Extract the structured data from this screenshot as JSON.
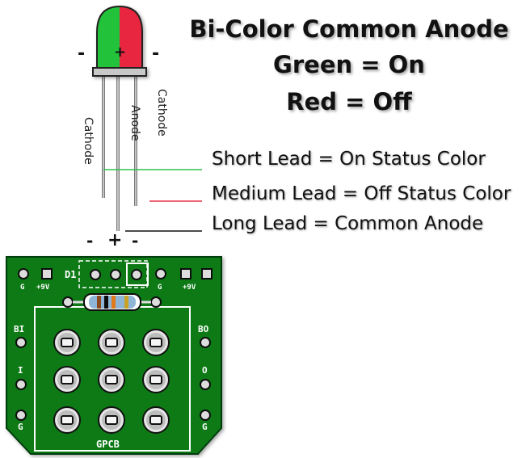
{
  "titles": {
    "line1": "Bi-Color Common Anode",
    "line2": "Green = On",
    "line3": "Red = Off"
  },
  "legend": {
    "short": "Short Lead = On Status Color",
    "medium": "Medium Lead = Off Status Color",
    "long": "Long Lead = Common Anode",
    "short_color": "#2ec24a",
    "medium_color": "#e8354a",
    "long_color": "#111111"
  },
  "led": {
    "left_lead_label": "Cathode",
    "middle_lead_label": "Anode",
    "right_lead_label": "Cathode",
    "body_minus_left": "-",
    "body_plus": "+",
    "body_minus_right": "-",
    "green_color": "#22c23a",
    "red_color": "#e8253f",
    "foot_minus_left": "-",
    "foot_plus": "+",
    "foot_minus_right": "-"
  },
  "pcb": {
    "board_color": "#0e7a18",
    "d1_label": "D1",
    "left_g": "G",
    "left_9v": "+9V",
    "right_g": "G",
    "right_9v": "+9V",
    "bi": "BI",
    "i": "I",
    "g_left_bottom": "G",
    "bo": "BO",
    "o": "O",
    "g_right_bottom": "G",
    "gpcb": "GPCB"
  }
}
